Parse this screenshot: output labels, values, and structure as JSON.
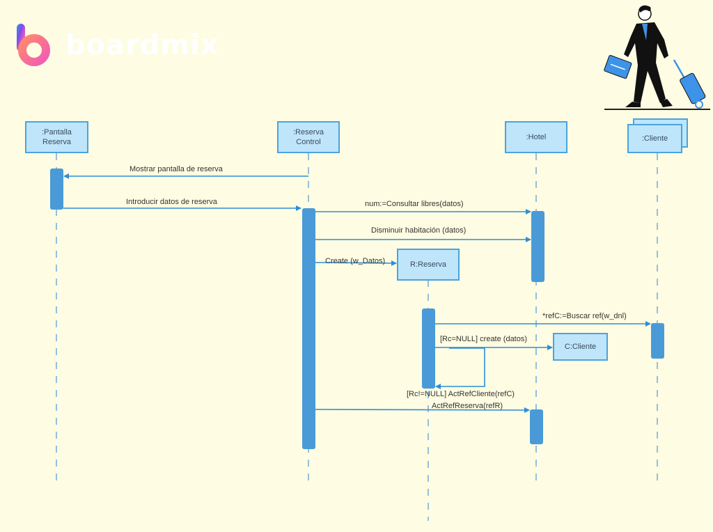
{
  "brand": {
    "name": "boardmix",
    "logo_icon": "boardmix-b-logo-icon"
  },
  "illustration": {
    "description": "businessman-with-luggage-illustration",
    "accent_color": "#3d93e8"
  },
  "colors": {
    "background": "#fefce2",
    "box_fill": "#bfe5fb",
    "box_border": "#4ba3dd",
    "activation": "#4a9ad8",
    "arrow": "#2b8fd8"
  },
  "participants": [
    {
      "id": "pantalla",
      "label": ":Pantalla\nReserva",
      "line1": ":Pantalla",
      "line2": "Reserva"
    },
    {
      "id": "control",
      "label": ":Reserva Control",
      "line1": ":Reserva",
      "line2": "Control"
    },
    {
      "id": "hotel",
      "label": ":Hotel"
    },
    {
      "id": "cliente",
      "label": ":Cliente",
      "multi": true
    },
    {
      "id": "rreserva",
      "label": "R:Reserva",
      "created": true
    },
    {
      "id": "ccliente",
      "label": "C:Cliente",
      "created": true
    }
  ],
  "messages": [
    {
      "from": "control",
      "to": "pantalla",
      "label": "Mostrar pantalla de reserva"
    },
    {
      "from": "pantalla",
      "to": "control",
      "label": "Introducir datos de reserva"
    },
    {
      "from": "control",
      "to": "hotel",
      "label": "num:=Consultar libres(datos)"
    },
    {
      "from": "control",
      "to": "hotel",
      "label": "Disminuir habitación (datos)"
    },
    {
      "from": "control",
      "to": "rreserva",
      "label": "Create (w_Datos)"
    },
    {
      "from": "rreserva",
      "to": "cliente",
      "label": "*refC:=Buscar ref(w_dnl)"
    },
    {
      "from": "rreserva",
      "to": "ccliente",
      "label": "[Rc=NULL] create (datos)"
    },
    {
      "from": "rreserva",
      "to": "rreserva",
      "label": "[Rc!=NULL] ActRefCliente(refC)"
    },
    {
      "from": "control",
      "to": "hotel",
      "label": "ActRefReserva(refR)"
    }
  ]
}
